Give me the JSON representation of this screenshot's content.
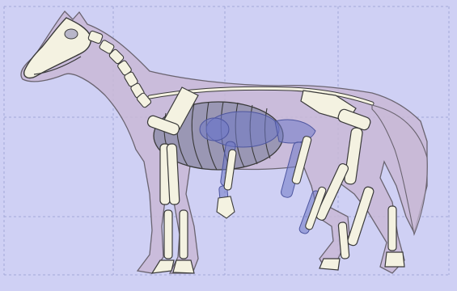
{
  "colors": {
    "background": "#cfd0f4",
    "grid": "#9fa3d6",
    "body_fill": "#c9b9d6",
    "body_outline": "#6a6470",
    "bone_fill": "#f4f2e1",
    "bone_outline": "#3a3a3a",
    "human_overlay": "#6f78c6",
    "ribcage_fill": "#9a97b4"
  },
  "figures": [
    {
      "id": "horse",
      "kind": "horse-body-silhouette-with-skeleton"
    },
    {
      "id": "human",
      "kind": "translucent-human-skeleton-overlay"
    }
  ]
}
